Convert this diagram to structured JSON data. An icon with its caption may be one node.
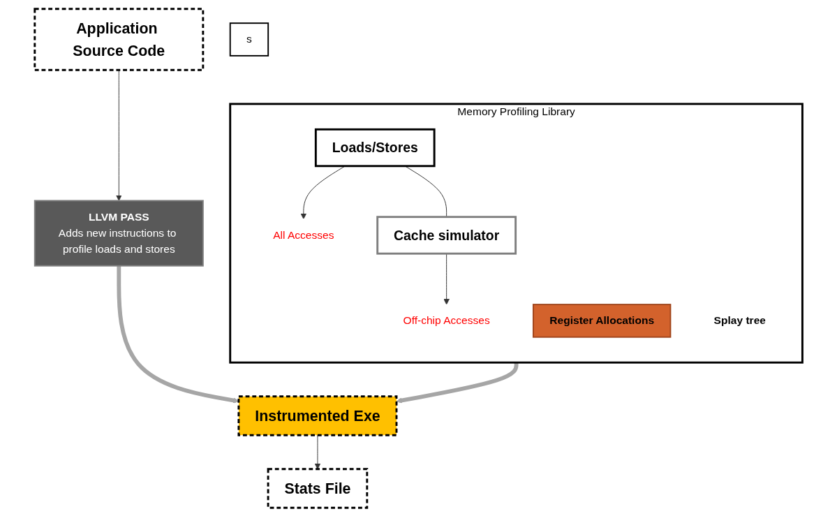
{
  "diagram": {
    "nodes": [
      {
        "text": [
          "Application Source Code"
        ]
      },
      {
        "text": [
          "LLVM PASS",
          "Adds new instructions to profile loads and stores"
        ]
      },
      {
        "text": [
          "Instrumented Exe"
        ]
      },
      {
        "text": [
          "Stats File"
        ]
      },
      {
        "text": [
          "Memory Profiling Library"
        ]
      },
      {
        "text": [
          "Loads/Stores"
        ],
        "in": 4
      },
      {
        "text": [
          "Cache simulator"
        ],
        "in": 4
      },
      {
        "text": [
          "All Accesses"
        ],
        "in": 4
      },
      {
        "text": [
          "Off-chip Accesses"
        ],
        "in": 4
      },
      {
        "text": [
          "Register Allocations"
        ],
        "in": 4
      },
      {
        "text": [
          "Splay tree"
        ],
        "in": 4
      },
      {
        "text": [
          "s"
        ]
      }
    ],
    "edges": [
      {
        "from": 0,
        "to": 1,
        "arrow": "to"
      },
      {
        "from": 1,
        "to": 2,
        "arrow": "to",
        "style": "thick",
        "color": "#a6a6a6"
      },
      {
        "from": 4,
        "to": 2,
        "arrow": "to",
        "style": "thick",
        "color": "#a6a6a6"
      },
      {
        "from": 2,
        "to": 3,
        "arrow": "to"
      },
      {
        "from": 5,
        "to": 7,
        "arrow": "to"
      },
      {
        "from": 5,
        "to": 6,
        "arrow": "none"
      },
      {
        "from": 6,
        "to": 8,
        "arrow": "to"
      }
    ]
  }
}
